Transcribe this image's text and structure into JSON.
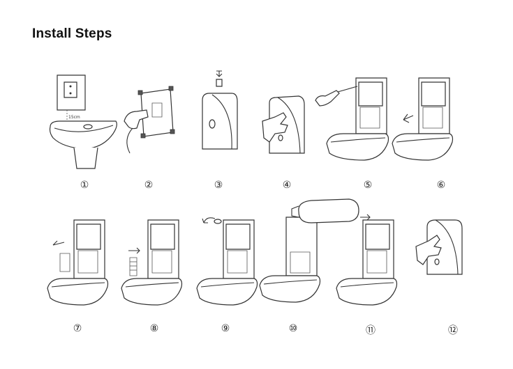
{
  "title": "Install Steps",
  "steps": [
    {
      "label": "①",
      "icon": "wall-mount-template-icon"
    },
    {
      "label": "②",
      "icon": "drill-holes-icon"
    },
    {
      "label": "③",
      "icon": "hang-dispenser-icon"
    },
    {
      "label": "④",
      "icon": "open-cover-icon"
    },
    {
      "label": "⑤",
      "icon": "screwdriver-icon"
    },
    {
      "label": "⑥",
      "icon": "remove-part-icon"
    },
    {
      "label": "⑦",
      "icon": "insert-batteries-icon"
    },
    {
      "label": "⑧",
      "icon": "battery-pack-icon"
    },
    {
      "label": "⑨",
      "icon": "remove-cap-icon"
    },
    {
      "label": "⑩",
      "icon": "insert-bottle-icon"
    },
    {
      "label": "⑪",
      "icon": "attach-pump-icon"
    },
    {
      "label": "⑫",
      "icon": "close-cover-icon"
    }
  ]
}
